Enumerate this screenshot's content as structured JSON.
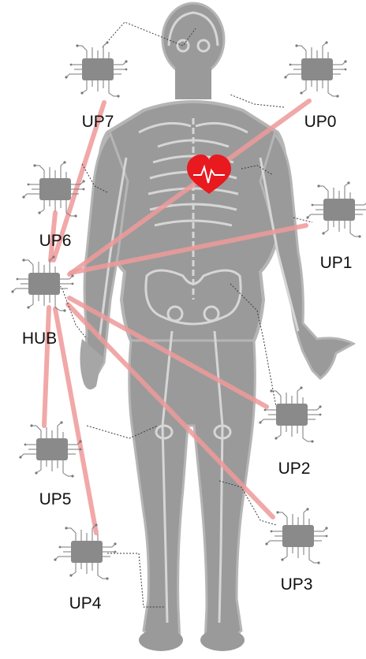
{
  "nodes": [
    {
      "id": "up0",
      "label": "UP0"
    },
    {
      "id": "up1",
      "label": "UP1"
    },
    {
      "id": "up2",
      "label": "UP2"
    },
    {
      "id": "up3",
      "label": "UP3"
    },
    {
      "id": "up4",
      "label": "UP4"
    },
    {
      "id": "up5",
      "label": "UP5"
    },
    {
      "id": "up6",
      "label": "UP6"
    },
    {
      "id": "up7",
      "label": "UP7"
    },
    {
      "id": "hub",
      "label": "HUB"
    }
  ],
  "links": [
    {
      "from": "hub",
      "to": "up0"
    },
    {
      "from": "hub",
      "to": "up1"
    },
    {
      "from": "hub",
      "to": "up2"
    },
    {
      "from": "hub",
      "to": "up3"
    },
    {
      "from": "hub",
      "to": "up4"
    },
    {
      "from": "hub",
      "to": "up5"
    },
    {
      "from": "hub",
      "to": "up6"
    },
    {
      "from": "hub",
      "to": "up7"
    }
  ],
  "colors": {
    "body": "#9a9a9a",
    "body_outline": "#b5b5b5",
    "bone": "#8d8d8d",
    "bone_gap": "#d6d6d6",
    "chip": "#8a8a8a",
    "pin": "#7a7a7a",
    "link": "#ef9a9a",
    "heart": "#e8191f",
    "heartbeat": "#ffffff",
    "label": "#111111"
  },
  "icons": {
    "heart": "heart-icon",
    "chip": "chip-icon"
  }
}
